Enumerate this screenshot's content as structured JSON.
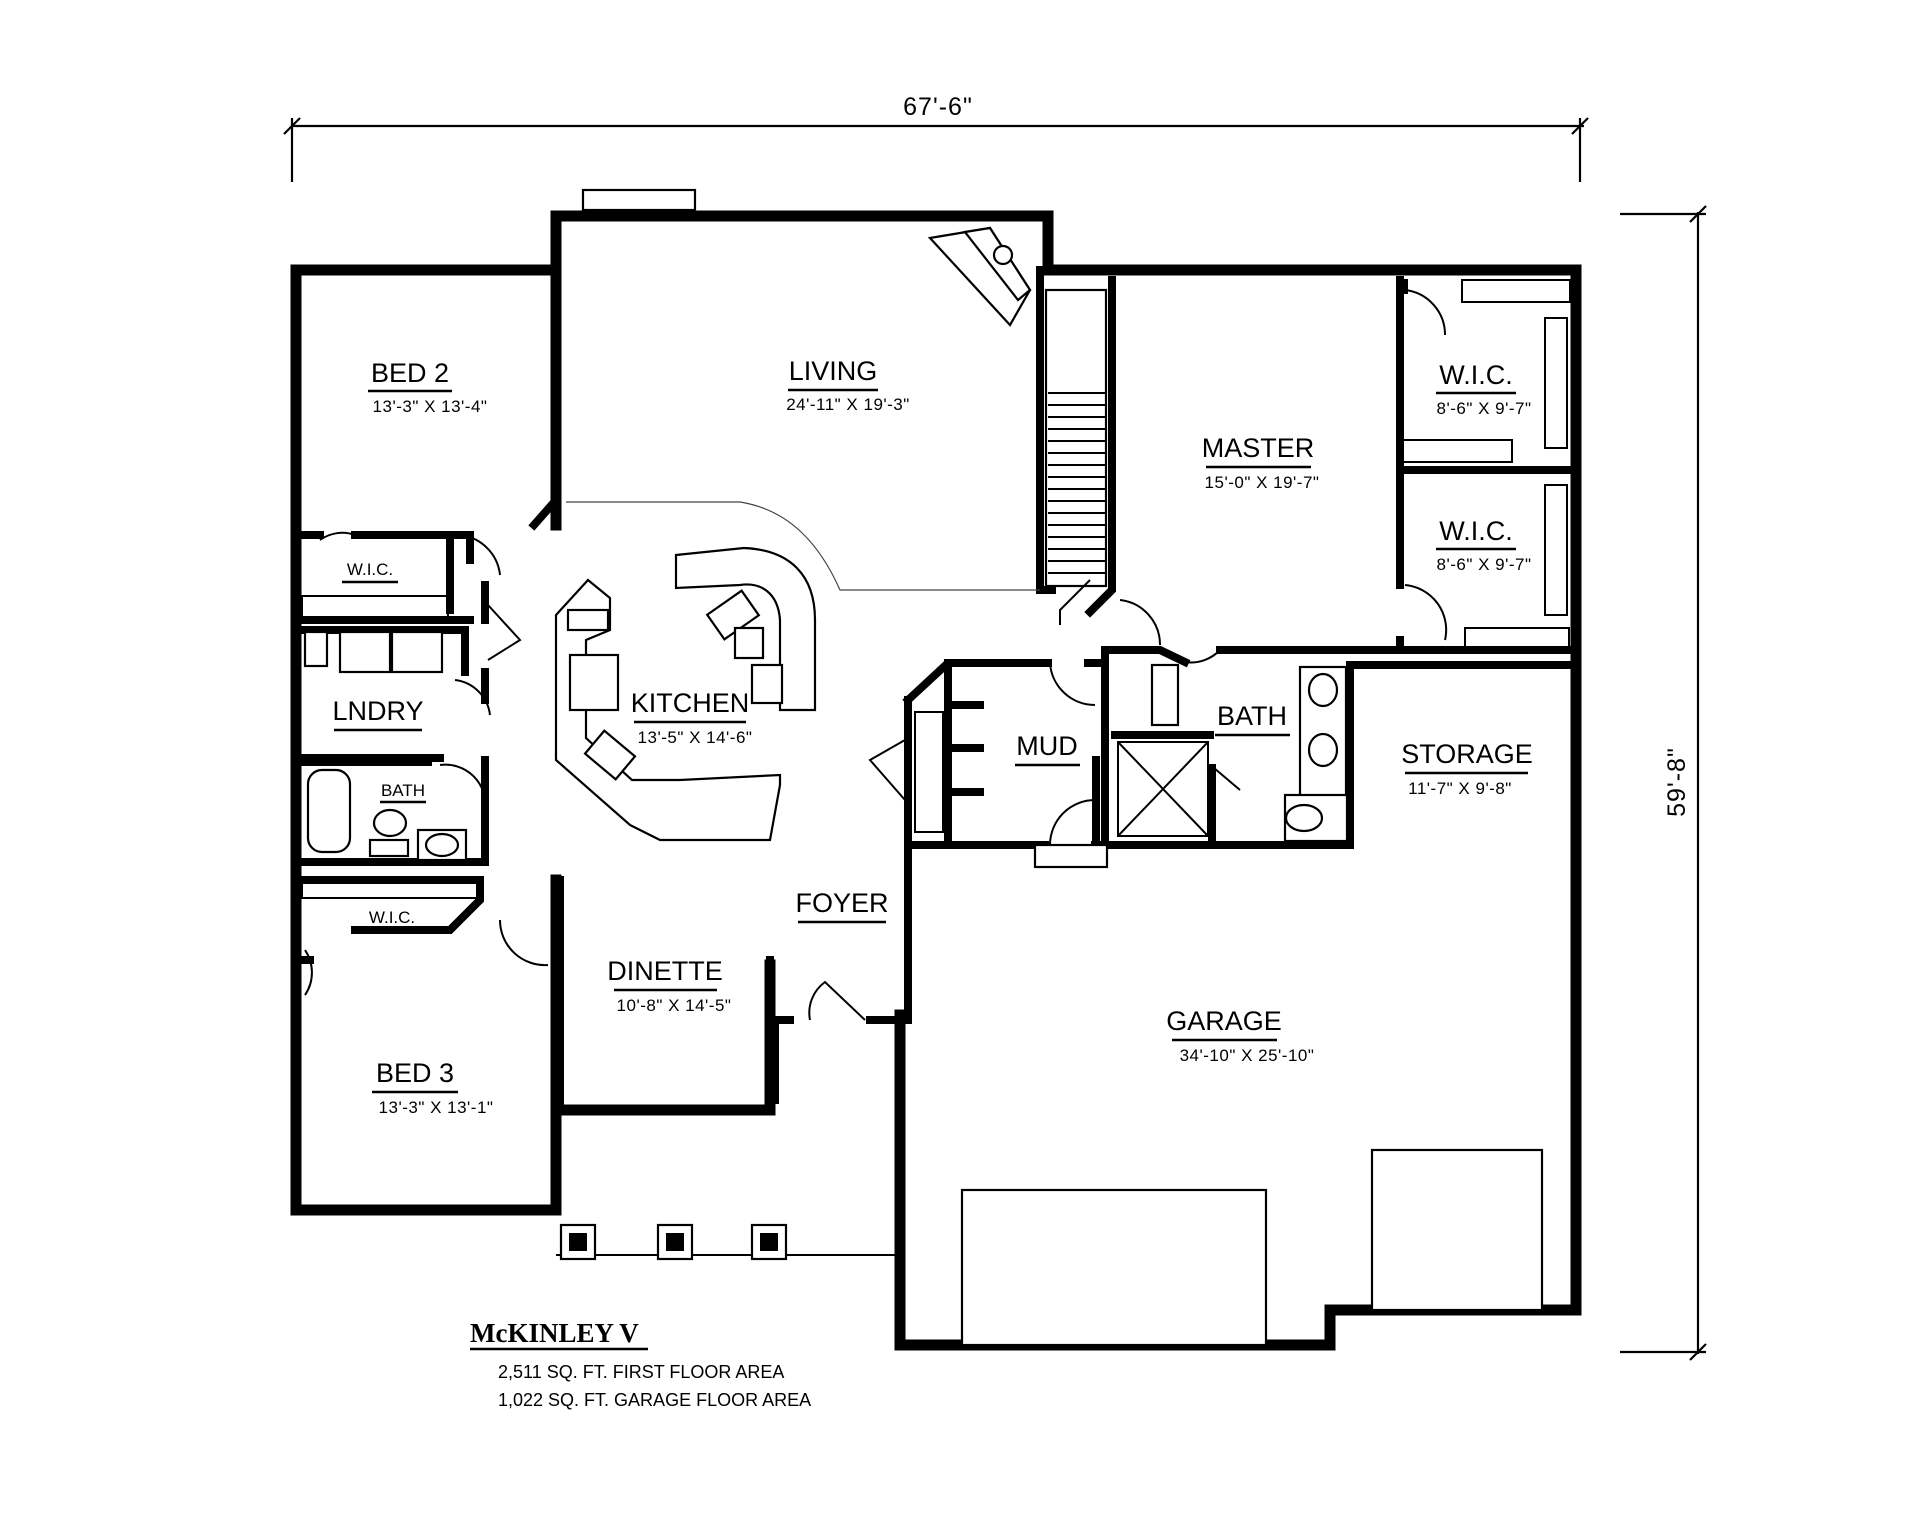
{
  "dimensions": {
    "width_label": "67'-6\"",
    "depth_label": "59'-8\""
  },
  "rooms": {
    "bed2": {
      "name": "BED 2",
      "size": "13'-3\" X 13'-4\""
    },
    "living": {
      "name": "LIVING",
      "size": "24'-11\" X 19'-3\""
    },
    "master": {
      "name": "MASTER",
      "size": "15'-0\" X 19'-7\""
    },
    "wic_a": {
      "name": "W.I.C.",
      "size": "8'-6\" X 9'-7\""
    },
    "wic_b": {
      "name": "W.I.C.",
      "size": "8'-6\" X 9'-7\""
    },
    "wic_bed2": {
      "name": "W.I.C."
    },
    "wic_bed3": {
      "name": "W.I.C."
    },
    "laundry": {
      "name": "LNDRY"
    },
    "hall_bath": {
      "name": "BATH"
    },
    "kitchen": {
      "name": "KITCHEN",
      "size": "13'-5\" X 14'-6\""
    },
    "mud": {
      "name": "MUD"
    },
    "master_bath": {
      "name": "BATH"
    },
    "storage": {
      "name": "STORAGE",
      "size": "11'-7\" X 9'-8\""
    },
    "foyer": {
      "name": "FOYER"
    },
    "dinette": {
      "name": "DINETTE",
      "size": "10'-8\" X 14'-5\""
    },
    "garage": {
      "name": "GARAGE",
      "size": "34'-10\" X 25'-10\""
    },
    "bed3": {
      "name": "BED 3",
      "size": "13'-3\" X 13'-1\""
    }
  },
  "plan_info": {
    "title": "McKINLEY V",
    "first_floor_area": "2,511 SQ. FT. FIRST FLOOR AREA",
    "garage_area": "1,022 SQ. FT. GARAGE FLOOR AREA"
  }
}
